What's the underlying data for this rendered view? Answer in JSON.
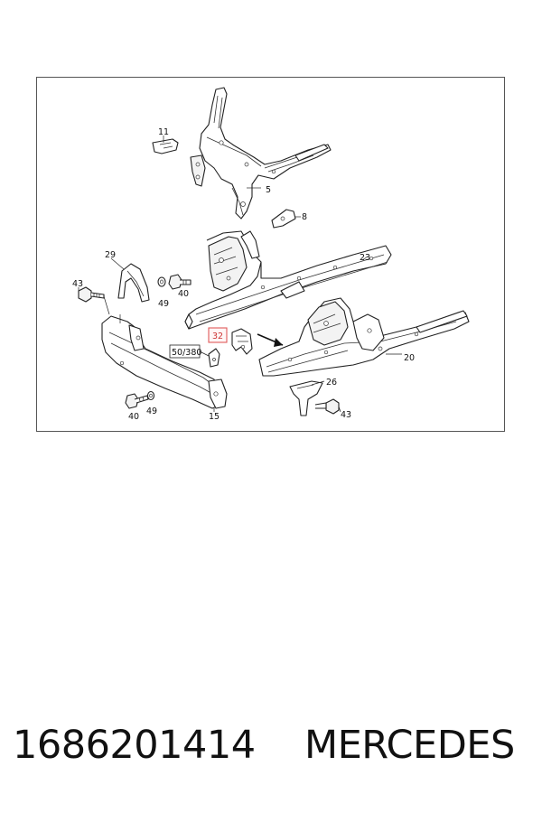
{
  "diagram": {
    "callouts": {
      "c11": "11",
      "c5": "5",
      "c8": "8",
      "c29": "29",
      "c43a": "43",
      "c49a": "49",
      "c40a": "40",
      "c23": "23",
      "c32": "32",
      "c50_380": "50/380",
      "c20": "20",
      "c26": "26",
      "c40b": "40",
      "c49b": "49",
      "c15": "15",
      "c43b": "43"
    },
    "highlight_color": "#e05a5a"
  },
  "footer": {
    "part_number": "1686201414",
    "brand": "MERCEDES"
  }
}
